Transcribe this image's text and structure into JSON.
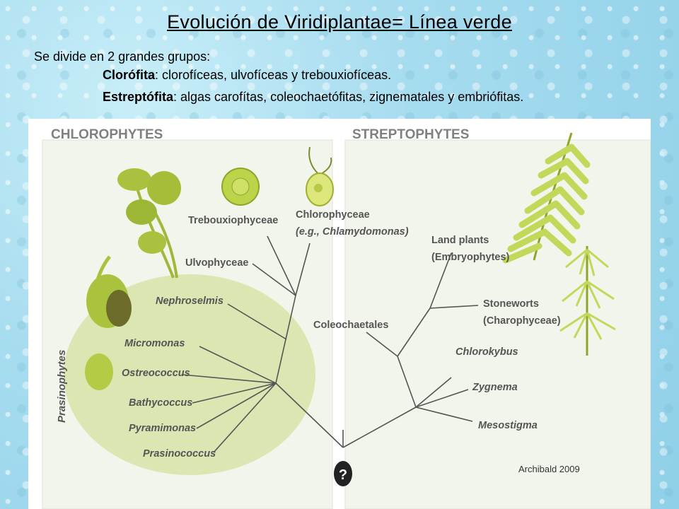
{
  "title": "Evolución de Viridiplantae= Línea verde",
  "intro": "Se divide en 2 grandes grupos:",
  "groups": [
    {
      "name": "Clorófita",
      "desc": ": clorofíceas, ulvofíceas y trebouxiofíceas."
    },
    {
      "name": "Estreptófita",
      "desc": ": algas carofítas, coleochaetófitas, zignematales y embriófitas."
    }
  ],
  "diagram": {
    "left_panel_title": "CHLOROPHYTES",
    "right_panel_title": "STREPTOPHYTES",
    "clade_label": "Prasinophytes",
    "root_symbol": "?",
    "chlorophyte_taxa": [
      "Trebouxiophyceae",
      "Chlorophyceae",
      "(e.g., Chlamydomonas)",
      "Ulvophyceae",
      "Nephroselmis",
      "Micromonas",
      "Ostreococcus",
      "Bathycoccus",
      "Pyramimonas",
      "Prasinococcus"
    ],
    "streptophyte_taxa": [
      "Land plants",
      "(Embryophytes)",
      "Stoneworts",
      "(Charophyceae)",
      "Coleochaetales",
      "Chlorokybus",
      "Zygnema",
      "Mesostigma"
    ]
  },
  "credit": "Archibald 2009"
}
